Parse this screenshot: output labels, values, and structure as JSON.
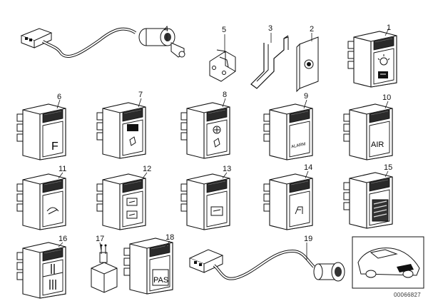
{
  "parts": [
    {
      "id": "part-1",
      "callout": "1",
      "symbol": "lamp",
      "label": ""
    },
    {
      "id": "part-2",
      "callout": "2",
      "symbol": "",
      "label": ""
    },
    {
      "id": "part-3",
      "callout": "3",
      "symbol": "",
      "label": ""
    },
    {
      "id": "part-4",
      "callout": "4",
      "symbol": "",
      "label": ""
    },
    {
      "id": "part-5",
      "callout": "5",
      "symbol": "",
      "label": ""
    },
    {
      "id": "part-6",
      "callout": "6",
      "symbol": "text",
      "label": "F"
    },
    {
      "id": "part-7",
      "callout": "7",
      "symbol": "seat",
      "label": ""
    },
    {
      "id": "part-8",
      "callout": "8",
      "symbol": "fan",
      "label": ""
    },
    {
      "id": "part-9",
      "callout": "9",
      "symbol": "text",
      "label": "ALARM"
    },
    {
      "id": "part-10",
      "callout": "10",
      "symbol": "text",
      "label": "AIR"
    },
    {
      "id": "part-11",
      "callout": "11",
      "symbol": "defrost",
      "label": ""
    },
    {
      "id": "part-12",
      "callout": "12",
      "symbol": "seat-pair",
      "label": ""
    },
    {
      "id": "part-13",
      "callout": "13",
      "symbol": "seat",
      "label": ""
    },
    {
      "id": "part-14",
      "callout": "14",
      "symbol": "wiper",
      "label": ""
    },
    {
      "id": "part-15",
      "callout": "15",
      "symbol": "grille",
      "label": ""
    },
    {
      "id": "part-16",
      "callout": "16",
      "symbol": "bars",
      "label": ""
    },
    {
      "id": "part-17",
      "callout": "17",
      "symbol": "",
      "label": ""
    },
    {
      "id": "part-18",
      "callout": "18",
      "symbol": "text",
      "label": "PAS"
    },
    {
      "id": "part-19",
      "callout": "19",
      "symbol": "",
      "label": ""
    }
  ],
  "diagram_id": "00066827"
}
